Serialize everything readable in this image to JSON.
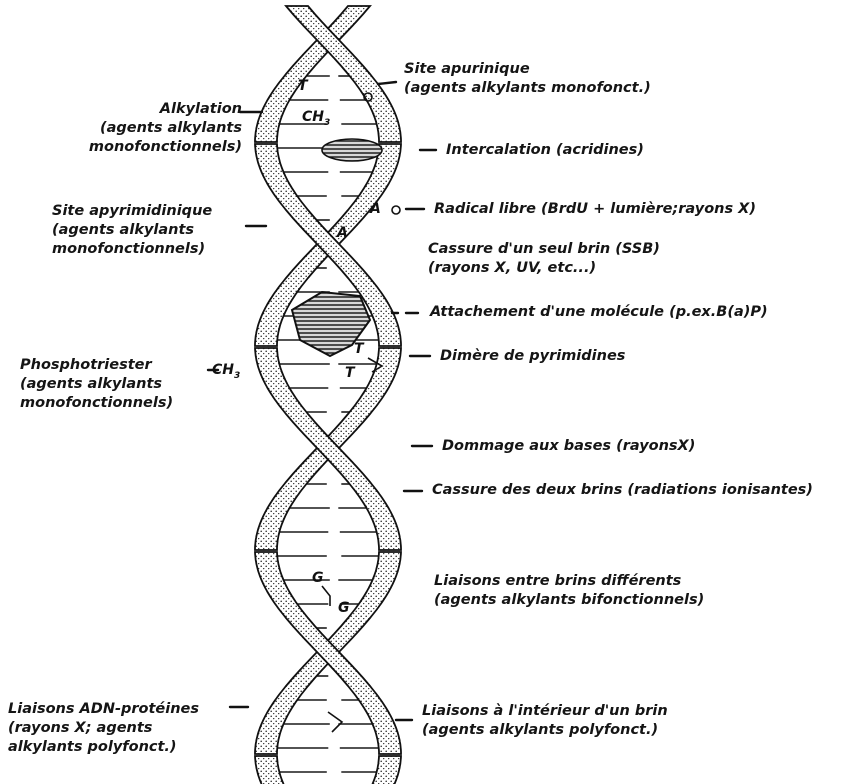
{
  "markers": {
    "t1": "T",
    "ch3_top_main": "CH",
    "ch3_top_sub": "3",
    "a1": "A",
    "a2": "A",
    "ch3_left_main": "CH",
    "ch3_left_sub": "3",
    "t2": "T",
    "t3": "T",
    "g1": "G",
    "g2": "G"
  },
  "right_labels": {
    "site_apurinique": [
      "Site apurinique",
      "(agents alkylants monofonct.)"
    ],
    "intercalation": [
      "Intercalation (acridines)"
    ],
    "radical_libre": [
      "Radical libre (BrdU + lumière;rayons X)"
    ],
    "cassure_seul_brin": [
      "Cassure d'un seul brin (SSB)",
      "(rayons X, UV, etc...)"
    ],
    "attachement": [
      "Attachement d'une molécule (p.ex.B(a)P)"
    ],
    "dimere": [
      "Dimère de pyrimidines"
    ],
    "dommage_bases": [
      "Dommage aux bases (rayonsX)"
    ],
    "cassure_deux_brins": [
      "Cassure des deux brins (radiations ionisantes)"
    ],
    "liaisons_entre_brins": [
      "Liaisons entre brins différents",
      "(agents alkylants bifonctionnels)"
    ],
    "liaisons_interieur": [
      "Liaisons à l'intérieur d'un brin",
      "(agents alkylants polyfonct.)"
    ]
  },
  "left_labels": {
    "alkylation": [
      "Alkylation",
      "(agents alkylants",
      "monofonctionnels)"
    ],
    "site_apyrimidinique": [
      "Site apyrimidinique",
      "(agents alkylants",
      "monofonctionnels)"
    ],
    "phosphotriester": [
      "Phosphotriester",
      "(agents alkylants",
      "monofonctionnels)"
    ],
    "liaisons_adn_proteines": [
      "Liaisons ADN-protéines",
      "(rayons X; agents",
      "alkylants polyfonct.)"
    ]
  }
}
